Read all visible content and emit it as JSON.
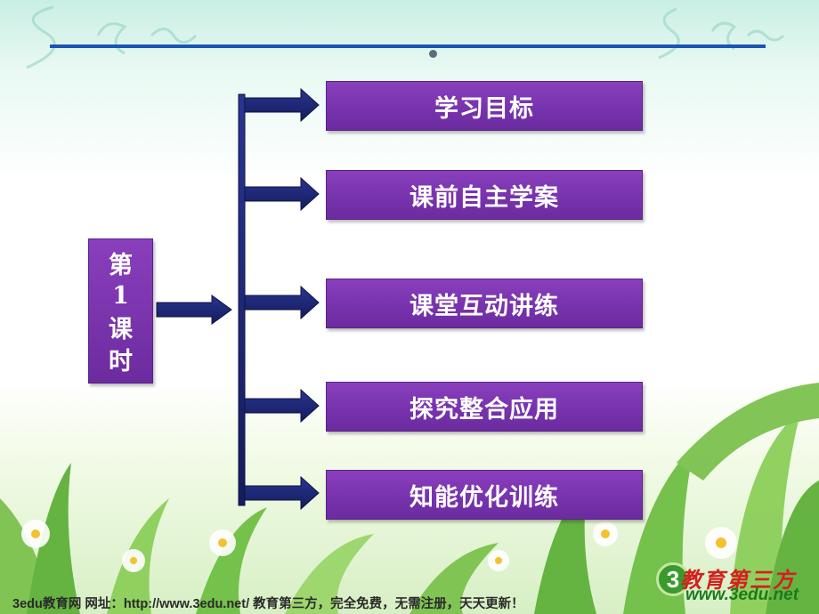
{
  "left_box": {
    "chars": [
      "第",
      "1",
      "课",
      "时"
    ]
  },
  "menu": {
    "items": [
      {
        "label": "学习目标"
      },
      {
        "label": "课前自主学案"
      },
      {
        "label": "课堂互动讲练"
      },
      {
        "label": "探究整合应用"
      },
      {
        "label": "知能优化训练"
      }
    ]
  },
  "footer": {
    "text": "3edu教育网   网址：http://www.3edu.net/    教育第三方，完全免费，无需注册，天天更新！",
    "brand_logo": "3",
    "brand_name": "教育第三方",
    "brand_url": "www.3edu.net"
  },
  "colors": {
    "box_purple": "#7733ad",
    "arrow_navy": "#1a2470",
    "top_line": "#1a55b5"
  },
  "icons": {
    "arrow": "right-arrow-icon"
  }
}
